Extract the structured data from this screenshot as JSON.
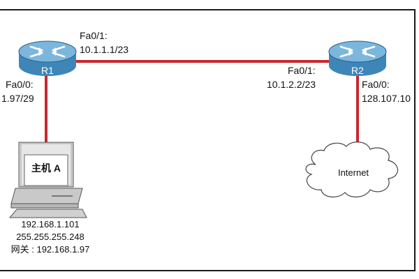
{
  "colors": {
    "link": "#c8282e",
    "router_body": "#3f86b8",
    "router_top": "#7bb6dd",
    "frame": "#1a1a1a",
    "computer": "#cfcfcf"
  },
  "routers": [
    {
      "name": "R1",
      "icon": "router-icon"
    },
    {
      "name": "R2",
      "icon": "router-icon"
    }
  ],
  "labels": {
    "r1_fa01": "Fa0/1:",
    "r1_fa01_ip": "10.1.1.1/23",
    "r1_fa00": "Fa0/0:",
    "r1_fa00_ip": "1.97/29",
    "r2_fa01": "Fa0/1:",
    "r2_fa01_ip": "10.1.2.2/23",
    "r2_fa00": "Fa0/0:",
    "r2_fa00_ip": "128.107.10"
  },
  "host": {
    "screen_label": "主机 A",
    "ip": "192.168.1.101",
    "mask": "255.255.255.248",
    "gateway": "网关 : 192.168.1.97"
  },
  "cloud": {
    "label": "Internet",
    "icon": "cloud-icon"
  }
}
